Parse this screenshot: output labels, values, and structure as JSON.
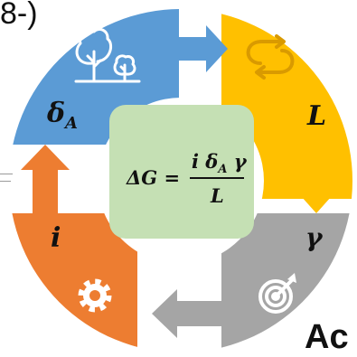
{
  "fragments": {
    "top_left": "8-)",
    "bottom_right": "Ac"
  },
  "cycle": {
    "quadrants": [
      {
        "position": "top-left",
        "color": "#5B9BD5",
        "icon": "trees-icon",
        "symbol": "δ",
        "subscript": "A"
      },
      {
        "position": "top-right",
        "color": "#FFC000",
        "icon": "cycle-arrows-icon",
        "symbol": "L"
      },
      {
        "position": "bottom-right",
        "color": "#A5A5A5",
        "icon": "target-icon",
        "symbol": "γ"
      },
      {
        "position": "bottom-left",
        "color": "#ED7D31",
        "icon": "gear-icon",
        "symbol": "i"
      }
    ]
  },
  "formula": {
    "lhs": "ΔG =",
    "numerator_i": "i",
    "numerator_delta": "δ",
    "numerator_delta_sub": "A",
    "numerator_gamma": "γ",
    "denominator": "L",
    "box_color": "#C5E0B4"
  }
}
